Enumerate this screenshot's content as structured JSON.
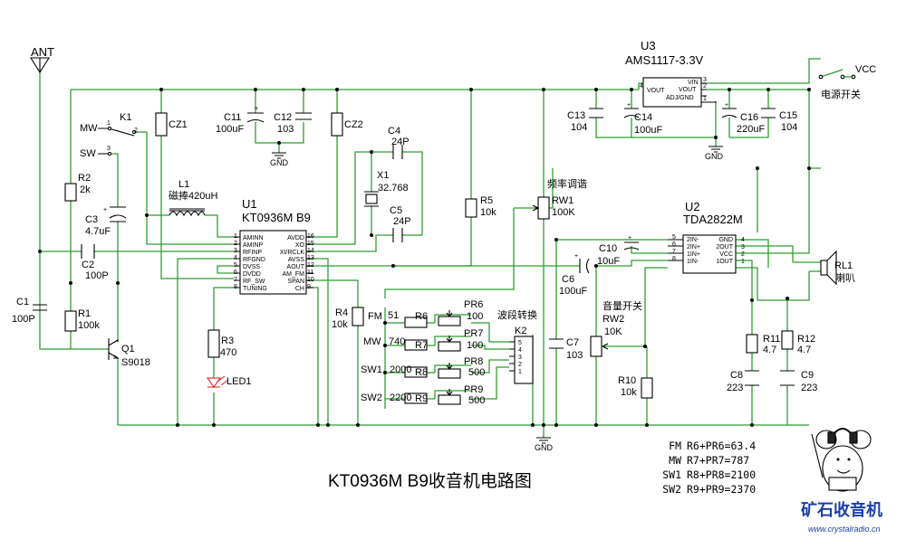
{
  "title": "KT0936M B9收音机电路图",
  "labels": {
    "ant": "ANT",
    "vcc": "VCC",
    "power_switch": "电源开关",
    "gnd1": "GND",
    "gnd2": "GND",
    "gnd3": "GND",
    "mw": "MW",
    "sw": "SW",
    "k1": "K1",
    "k1_p1": "1",
    "k1_p2": "2",
    "k1_p3": "3",
    "freq_tune": "频率调谐",
    "band_switch": "波段转换",
    "volume_switch": "音量开关",
    "speaker_name": "喇叭",
    "fm": "FM",
    "mw2": "MW",
    "sw1": "SW1",
    "sw2": "SW2"
  },
  "u1": {
    "ref": "U1",
    "name": "KT0936M B9",
    "left_pins": [
      {
        "num": "1",
        "name": "AMINN"
      },
      {
        "num": "2",
        "name": "AMINP"
      },
      {
        "num": "3",
        "name": "RFINP"
      },
      {
        "num": "4",
        "name": "RFGND"
      },
      {
        "num": "5",
        "name": "DVSS"
      },
      {
        "num": "6",
        "name": "DVDD"
      },
      {
        "num": "7",
        "name": "RF_SW"
      },
      {
        "num": "8",
        "name": "TUNING"
      }
    ],
    "right_pins": [
      {
        "num": "16",
        "name": "AVDD"
      },
      {
        "num": "15",
        "name": "XO"
      },
      {
        "num": "14",
        "name": "XI/RCLK"
      },
      {
        "num": "13",
        "name": "AVSS"
      },
      {
        "num": "12",
        "name": "AOUT"
      },
      {
        "num": "11",
        "name": "AM_FM"
      },
      {
        "num": "10",
        "name": "SPAN"
      },
      {
        "num": "9",
        "name": "CH"
      }
    ]
  },
  "u2": {
    "ref": "U2",
    "name": "TDA2822M",
    "left_pins": [
      {
        "num": "5",
        "name": "2IN-"
      },
      {
        "num": "6",
        "name": "2IN+"
      },
      {
        "num": "7",
        "name": "1IN+"
      },
      {
        "num": "8",
        "name": "1IN-"
      }
    ],
    "right_pins": [
      {
        "num": "4",
        "name": "GND"
      },
      {
        "num": "3",
        "name": "2OUT"
      },
      {
        "num": "2",
        "name": "VCC"
      },
      {
        "num": "1",
        "name": "1OUT"
      }
    ]
  },
  "u3": {
    "ref": "U3",
    "name": "AMS1117-3.3V",
    "pin_vout": "VOUT",
    "pin_vin": "VIN",
    "pin_vout2": "VOUT",
    "pin_adj": "ADJ/GND",
    "pin4": "4",
    "pin3": "3",
    "pin2": "2",
    "pin1": "1"
  },
  "k2": {
    "ref": "K2",
    "pins": [
      "5",
      "4",
      "3",
      "2",
      "1"
    ]
  },
  "components": {
    "c1": {
      "ref": "C1",
      "value": "100P"
    },
    "c2": {
      "ref": "C2",
      "value": "100P"
    },
    "c3": {
      "ref": "C3",
      "value": "4.7uF"
    },
    "c4": {
      "ref": "C4",
      "value": "24P"
    },
    "c5": {
      "ref": "C5",
      "value": "24P"
    },
    "c6": {
      "ref": "C6",
      "value": "100uF"
    },
    "c7": {
      "ref": "C7",
      "value": "103"
    },
    "c8": {
      "ref": "C8",
      "value": "223"
    },
    "c9": {
      "ref": "C9",
      "value": "223"
    },
    "c10": {
      "ref": "C10",
      "value": "10uF"
    },
    "c11": {
      "ref": "C11",
      "value": "100uF"
    },
    "c12": {
      "ref": "C12",
      "value": "103"
    },
    "c13": {
      "ref": "C13",
      "value": "104"
    },
    "c14": {
      "ref": "C14",
      "value": "100uF"
    },
    "c15": {
      "ref": "C15",
      "value": "104"
    },
    "c16": {
      "ref": "C16",
      "value": "220uF"
    },
    "r1": {
      "ref": "R1",
      "value": "100k"
    },
    "r2": {
      "ref": "R2",
      "value": "2k"
    },
    "r3": {
      "ref": "R3",
      "value": "470"
    },
    "r4": {
      "ref": "R4",
      "value": "10k"
    },
    "r5": {
      "ref": "R5",
      "value": "10k"
    },
    "r6": {
      "ref": "R6",
      "value": "51"
    },
    "r7": {
      "ref": "R7",
      "value": "740"
    },
    "r8": {
      "ref": "R8",
      "value": "2000"
    },
    "r9": {
      "ref": "R9",
      "value": "2200"
    },
    "r10": {
      "ref": "R10",
      "value": "10k"
    },
    "r11": {
      "ref": "R11",
      "value": "4.7"
    },
    "r12": {
      "ref": "R12",
      "value": "4.7"
    },
    "pr6": {
      "ref": "PR6",
      "value": "100"
    },
    "pr7": {
      "ref": "PR7",
      "value": "100"
    },
    "pr8": {
      "ref": "PR8",
      "value": "500"
    },
    "pr9": {
      "ref": "PR9",
      "value": "500"
    },
    "rw1": {
      "ref": "RW1",
      "value": "100K"
    },
    "rw2": {
      "ref": "RW2",
      "value": "10K"
    },
    "l1": {
      "ref": "L1",
      "value": "磁捧420uH"
    },
    "x1": {
      "ref": "X1",
      "value": "32.768"
    },
    "q1": {
      "ref": "Q1",
      "value": "S9018"
    },
    "led1": {
      "ref": "LED1"
    },
    "cz1": {
      "ref": "CZ1"
    },
    "cz2": {
      "ref": "CZ2"
    },
    "rl1": {
      "ref": "RL1"
    }
  },
  "band_notes": [
    {
      "band": "FM",
      "formula": "R6+PR6=63.4"
    },
    {
      "band": "MW",
      "formula": "R7+PR7=787"
    },
    {
      "band": "SW1",
      "formula": "R8+PR8=2100"
    },
    {
      "band": "SW2",
      "formula": "R9+PR9=2370"
    }
  ],
  "logo": {
    "name": "矿石收音机",
    "url": "www.crystalradio.cn"
  },
  "colors": {
    "wire": "#2f9e2f",
    "component": "#000000",
    "led": "#d01818",
    "logo": "#1b3fa8"
  }
}
